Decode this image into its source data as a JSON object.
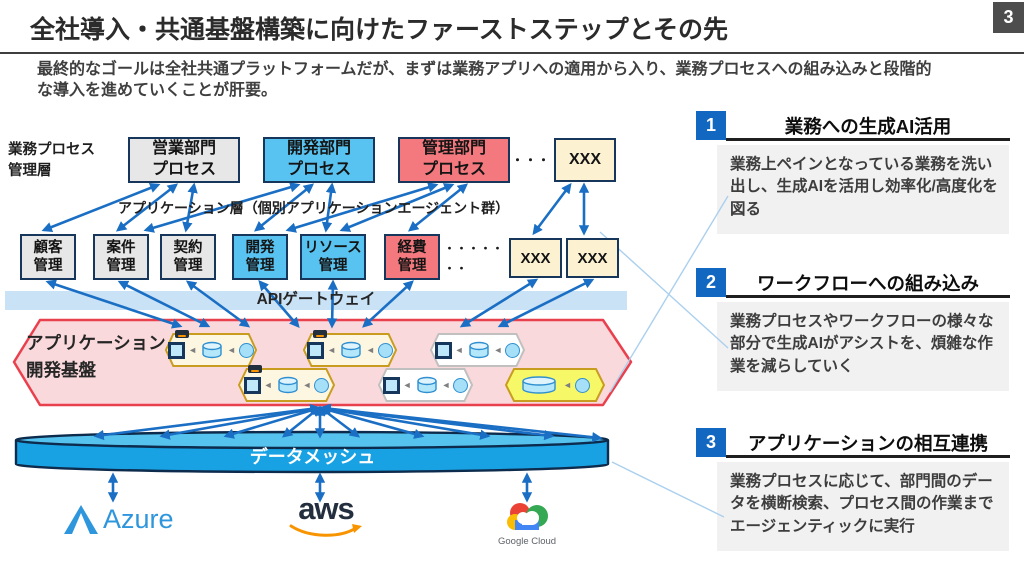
{
  "page": {
    "number": "3"
  },
  "header": {
    "title": "全社導入・共通基盤構築に向けたファーストステップとその先",
    "subtitle": "最終的なゴールは全社共通プラットフォームだが、まずは業務アプリへの適用から入り、業務プロセスへの組み込みと段階的な導入を進めていくことが肝要。"
  },
  "diagram": {
    "process_layer_label": "業務プロセス\n管理層",
    "process_boxes": [
      {
        "label": "営業部門\nプロセス",
        "type": "gray"
      },
      {
        "label": "開発部門\nプロセス",
        "type": "cyan"
      },
      {
        "label": "管理部門\nプロセス",
        "type": "red"
      },
      {
        "label": "XXX",
        "type": "cream"
      }
    ],
    "process_dots": "・・・",
    "app_layer_label": "アプリケーション層（個別アプリケーションエージェント群）",
    "app_boxes": [
      {
        "label": "顧客\n管理",
        "type": "gray"
      },
      {
        "label": "案件\n管理",
        "type": "gray"
      },
      {
        "label": "契約\n管理",
        "type": "gray"
      },
      {
        "label": "開発\n管理",
        "type": "cyan"
      },
      {
        "label": "リソース\n管理",
        "type": "cyan"
      },
      {
        "label": "経費\n管理",
        "type": "red"
      },
      {
        "label": "XXX",
        "type": "cream"
      },
      {
        "label": "XXX",
        "type": "cream"
      }
    ],
    "app_dots": "・・・・・\n・・",
    "api_gateway_label": "APIゲートウェイ",
    "platform_label": "アプリケーション\n開発基盤",
    "data_mesh_label": "データメッシュ",
    "clouds": {
      "azure": "Azure",
      "aws": "aws",
      "google": "Google Cloud"
    }
  },
  "steps": [
    {
      "num": "1",
      "title": "業務への生成AI活用",
      "body": "業務上ペインとなっている業務を洗い出し、生成AIを活用し効率化/高度化を図る"
    },
    {
      "num": "2",
      "title": "ワークフローへの組み込み",
      "body": "業務プロセスやワークフローの様々な部分で生成AIがアシストを、煩雑な作業を減らしていく"
    },
    {
      "num": "3",
      "title": "アプリケーションの相互連携",
      "body": "業務プロセスに応じて、部門間のデータを横断検索、プロセス間の作業までエージェンティックに実行"
    }
  ],
  "icons": {
    "flow_arrow": "◄"
  },
  "colors": {
    "arrow_blue": "#1a6fc4",
    "leader_blue": "#abd0ee",
    "badge_blue": "#1267c1",
    "pink_fill": "#fad9dc",
    "pink_border": "#e9404e",
    "cyan_box": "#58c3f0",
    "red_box": "#f4797e",
    "cream_box": "#fcf2d2",
    "gray_box": "#e8e7e7",
    "api_band": "#c9e2f6",
    "mesh_blue": "#18a2e4",
    "navy_border": "#16365c",
    "aws_orange": "#f79400",
    "azure_blue": "#2e96dc"
  }
}
